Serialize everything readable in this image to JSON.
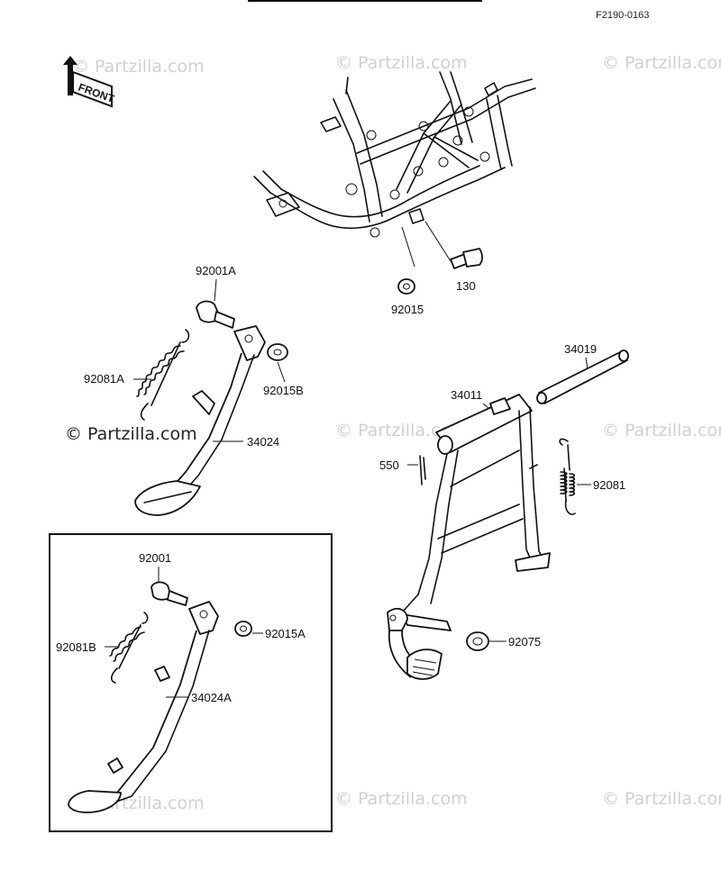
{
  "header": {
    "diagram_code": "F2190-0163",
    "front_label": "FRONT"
  },
  "watermarks": [
    "© Partzilla.com",
    "© Partzilla.com",
    "© Partzilla.com",
    "© Partzilla.com",
    "© Partzilla.com",
    "© Partzilla.com",
    "© Partzilla.com",
    "© Partzilla.com"
  ],
  "watermark_main": "© Partzilla.com",
  "callouts": {
    "p130": "130",
    "p92015": "92015",
    "p92001A": "92001A",
    "p92081A": "92081A",
    "p92015B": "92015B",
    "p34024": "34024",
    "p34019": "34019",
    "p34011": "34011",
    "p550": "550",
    "p92081": "92081",
    "p92001": "92001",
    "p92015A": "92015A",
    "p92081B": "92081B",
    "p34024A": "34024A",
    "p92075": "92075"
  }
}
